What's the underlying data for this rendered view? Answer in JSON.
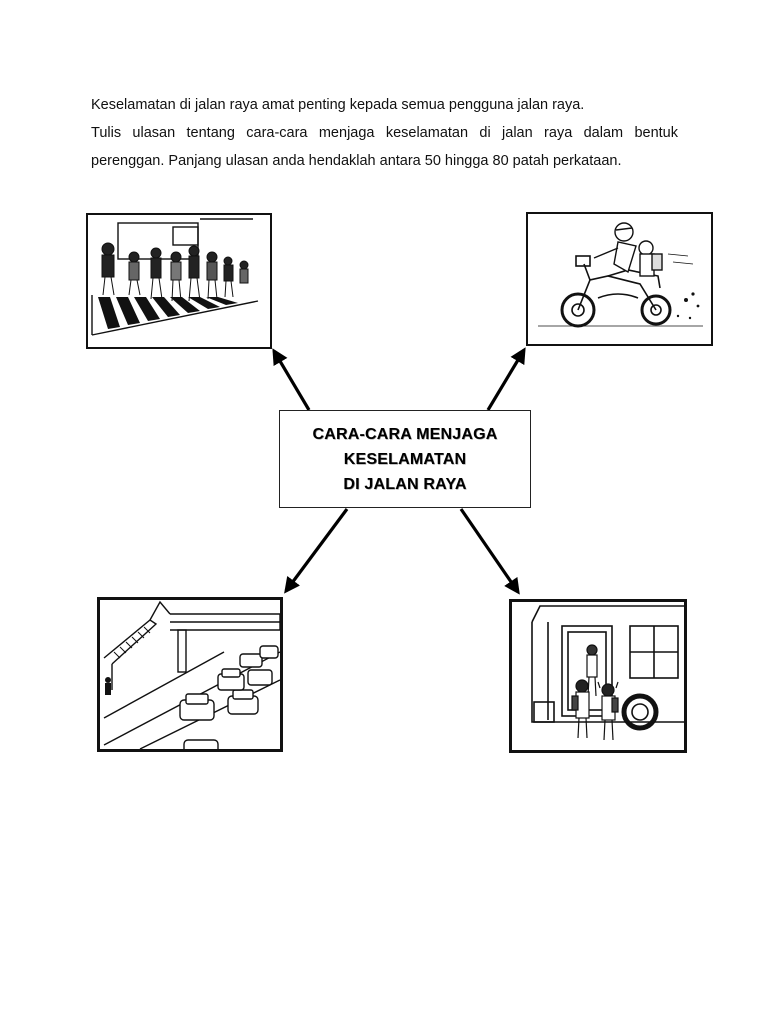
{
  "instructions": {
    "line1": "Keselamatan di jalan raya amat penting kepada semua pengguna jalan raya.",
    "line2": "Tulis ulasan tentang cara-cara menjaga keselamatan di jalan raya dalam bentuk perenggan. Panjang ulasan anda hendaklah antara 50 hingga 80 patah perkataan."
  },
  "mind_map": {
    "center_title_lines": [
      "CARA-CARA MENJAGA",
      "KESELAMATAN",
      "DI JALAN RAYA"
    ],
    "pictures": [
      {
        "icon": "zebra-crossing-picture"
      },
      {
        "icon": "motorcycle-helmet-picture"
      },
      {
        "icon": "pedestrian-bridge-picture"
      },
      {
        "icon": "school-bus-picture"
      }
    ]
  }
}
